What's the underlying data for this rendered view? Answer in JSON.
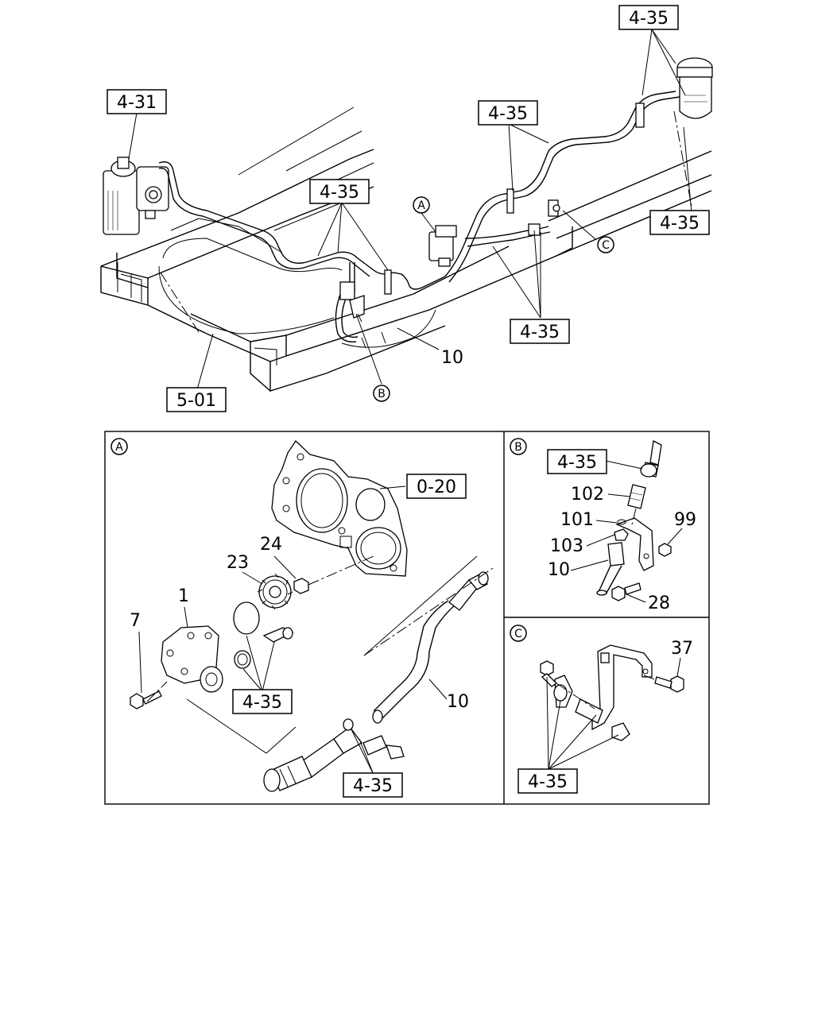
{
  "main_view": {
    "callouts": {
      "top_right": "4-35",
      "left_booster": "4-31",
      "center_pipes": "4-35",
      "right_upper_pipes": "4-35",
      "right_reservoir": "4-35",
      "lower_right_pipes": "4-35",
      "frame": "5-01",
      "hose": "10"
    },
    "circle_labels": {
      "a": "A",
      "b": "B",
      "c": "C"
    }
  },
  "detail_a": {
    "tag": "A",
    "callouts": {
      "plate": "0-20",
      "sprocket": "23",
      "nut": "24",
      "pump": "1",
      "bolt": "7",
      "seals": "4-35",
      "hose": "10",
      "hose_fitting": "4-35"
    }
  },
  "detail_b": {
    "tag": "B",
    "callouts": {
      "pipe": "4-35",
      "p102": "102",
      "p101": "101",
      "p99": "99",
      "p103": "103",
      "p10": "10",
      "p28": "28"
    }
  },
  "detail_c": {
    "tag": "C",
    "callouts": {
      "bolt": "37",
      "clips": "4-35"
    }
  }
}
